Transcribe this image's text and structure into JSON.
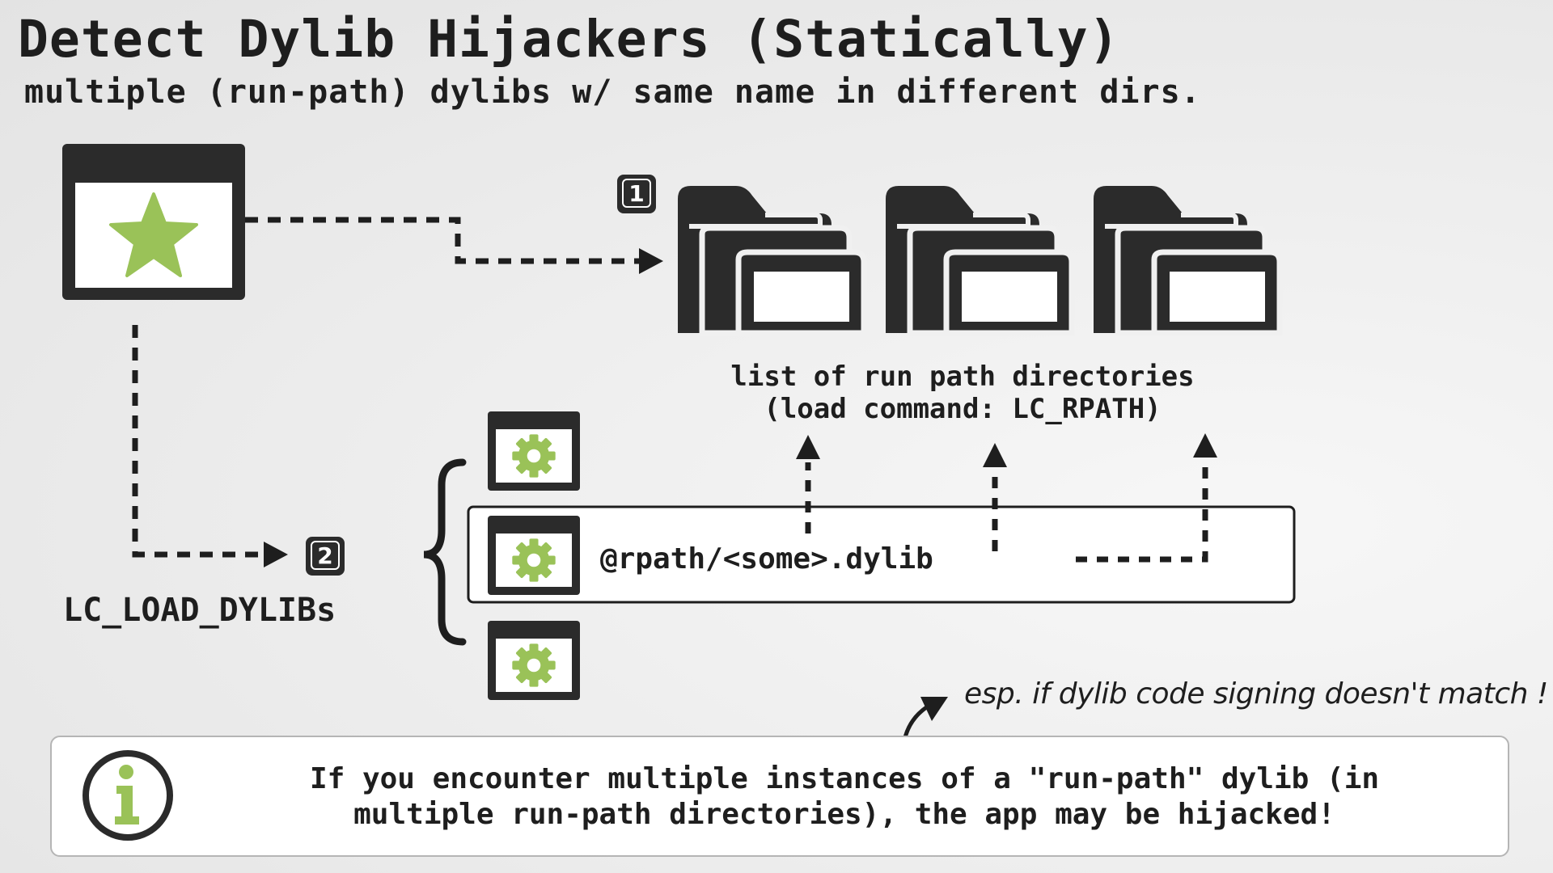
{
  "title": "Detect Dylib Hijackers (Statically)",
  "subtitle": "multiple (run-path) dylibs w/ same name in different dirs.",
  "badges": {
    "step1": "1",
    "step2": "2"
  },
  "rpath_dirs": {
    "label_line1": "list of run path directories",
    "label_line2": "(load command: LC_RPATH)"
  },
  "load_dylibs_label": "LC_LOAD_DYLIBs",
  "rpath_entry": "@rpath/<some>.dylib",
  "annotation": "esp. if dylib code signing doesn't match !",
  "info": {
    "line1": "If you encounter multiple instances of a \"run-path\" dylib (in",
    "line2": "multiple run-path directories), the app may be hijacked!",
    "icon_letter": "i"
  },
  "colors": {
    "dark": "#2b2b2b",
    "accent_green": "#9ac258",
    "background": "#ececec"
  }
}
